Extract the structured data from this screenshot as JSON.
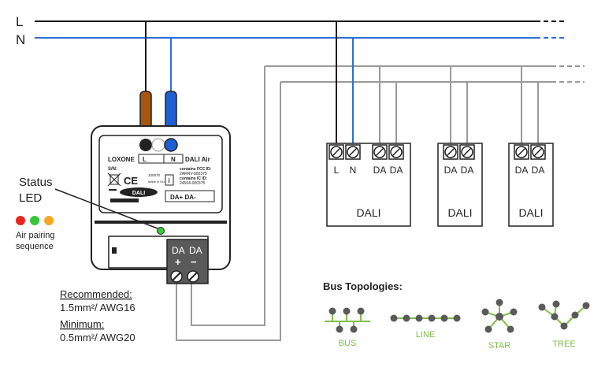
{
  "lines": {
    "l_label": "L",
    "n_label": "N"
  },
  "colors": {
    "wire_l": "#1a1a1a",
    "wire_n": "#2b6fd6",
    "wire_bus": "#9a9a9a",
    "brown": "#a8550f",
    "blue": "#1f5fd3",
    "led_green": "#39c93a",
    "topology": "#7fbf4a"
  },
  "device": {
    "brand": "LOXONE",
    "model": "DALI Air",
    "sn_label": "S/N:",
    "terminal_l": "L",
    "terminal_n": "N",
    "fcc_line1": "contains FCC ID:",
    "fcc_id": "2ARRV-000375",
    "ic_line1": "contains IC ID:",
    "ic_id": "24564-000375",
    "made_in": "Made in EU",
    "code": "100570",
    "dali_logo": "DALI",
    "da_terminals": "DA+ DA-",
    "connector_da1": "DA",
    "connector_da2": "DA",
    "plus": "+",
    "minus": "−"
  },
  "status_led": {
    "title_line1": "Status",
    "title_line2": "LED"
  },
  "pairing": {
    "line1": "Air pairing",
    "line2": "sequence",
    "dots": [
      "#e8261f",
      "#35c73a",
      "#f5a623"
    ]
  },
  "cable": {
    "recommended_label": "Recommended:",
    "recommended_value": "1.5mm²/ AWG16",
    "minimum_label": "Minimum:",
    "minimum_value": "0.5mm²/ AWG20"
  },
  "drivers": [
    {
      "name": "DALI",
      "terminals": [
        "L",
        "N",
        "DA",
        "DA"
      ]
    },
    {
      "name": "DALI",
      "terminals": [
        "DA",
        "DA"
      ]
    },
    {
      "name": "DALI",
      "terminals": [
        "DA",
        "DA"
      ]
    }
  ],
  "topologies": {
    "title": "Bus Topologies:",
    "items": [
      "BUS",
      "LINE",
      "STAR",
      "TREE"
    ]
  }
}
